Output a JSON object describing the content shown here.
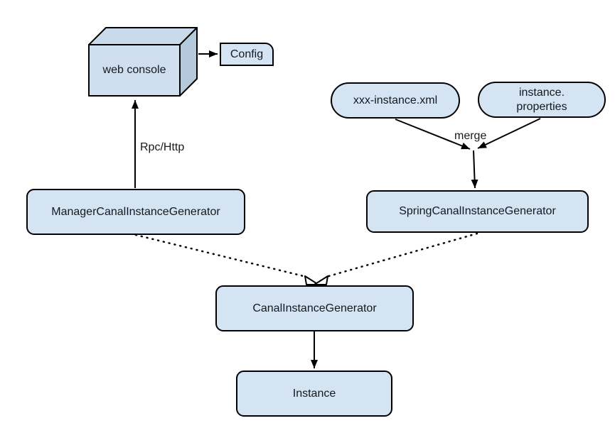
{
  "diagram": {
    "background": "#ffffff",
    "colors": {
      "node_fill": "#d4e4f3",
      "node_border": "#000000",
      "cube_front_fill": "#cfdfef",
      "cube_top_fill": "#c8daeb",
      "cube_side_fill": "#b4c9dc",
      "line_color": "#000000",
      "text_color": "#14191f"
    },
    "nodes": {
      "web_console": {
        "label": "web console",
        "shape": "cube"
      },
      "config": {
        "label": "Config",
        "shape": "card"
      },
      "xxx_instance_xml": {
        "label": "xxx-instance.xml",
        "shape": "pill"
      },
      "instance_properties": {
        "label_line1": "instance.",
        "label_line2": "properties",
        "shape": "pill"
      },
      "manager_generator": {
        "label": "ManagerCanalInstanceGenerator",
        "shape": "rounded-rect"
      },
      "spring_generator": {
        "label": "SpringCanalInstanceGenerator",
        "shape": "rounded-rect"
      },
      "canal_generator": {
        "label": "CanalInstanceGenerator",
        "shape": "rounded-rect"
      },
      "instance": {
        "label": "Instance",
        "shape": "rounded-rect"
      }
    },
    "labels": {
      "rpc_http": "Rpc/Http",
      "merge": "merge"
    },
    "edges": [
      {
        "from": "manager_generator",
        "to": "web_console",
        "label": "Rpc/Http",
        "style": "solid-arrow"
      },
      {
        "from": "web_console",
        "to": "config",
        "label": "",
        "style": "solid-arrow"
      },
      {
        "from": "xxx_instance_xml",
        "to": "merge_point",
        "label": "",
        "style": "solid-arrow"
      },
      {
        "from": "instance_properties",
        "to": "merge_point",
        "label": "merge",
        "style": "solid-arrow"
      },
      {
        "from": "merge_point",
        "to": "spring_generator",
        "label": "",
        "style": "solid-arrow"
      },
      {
        "from": "manager_generator",
        "to": "canal_generator",
        "label": "",
        "style": "dotted-hollow-triangle"
      },
      {
        "from": "spring_generator",
        "to": "canal_generator",
        "label": "",
        "style": "dotted-hollow-triangle"
      },
      {
        "from": "canal_generator",
        "to": "instance",
        "label": "",
        "style": "solid-arrow"
      }
    ]
  }
}
